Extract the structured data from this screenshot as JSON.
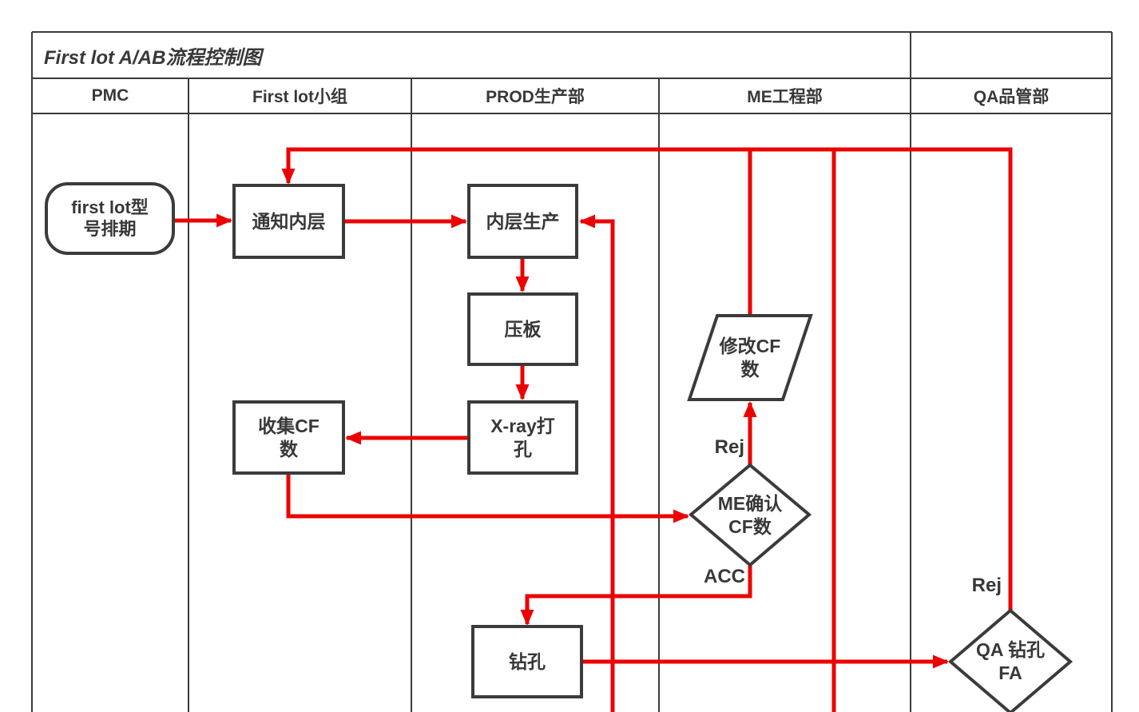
{
  "title": "First lot A/AB流程控制图",
  "lanes": [
    {
      "label": "PMC"
    },
    {
      "label": "First lot小组"
    },
    {
      "label": "PROD生产部"
    },
    {
      "label": "ME工程部"
    },
    {
      "label": "QA品管部"
    }
  ],
  "nodes": {
    "schedule": {
      "label": "first lot型号排期",
      "type": "terminator"
    },
    "notify_inner": {
      "label": "通知内层",
      "type": "process"
    },
    "inner_production": {
      "label": "内层生产",
      "type": "process"
    },
    "lamination": {
      "label": "压板",
      "type": "process"
    },
    "xray_drilling": {
      "label": "X-ray打孔",
      "type": "process"
    },
    "collect_cf": {
      "label": "收集CF数",
      "type": "process"
    },
    "modify_cf": {
      "label": "修改CF数",
      "type": "data"
    },
    "me_confirm_cf": {
      "label": "ME确认CF数",
      "type": "decision"
    },
    "drilling": {
      "label": "钻孔",
      "type": "process"
    },
    "qa_drill_fa": {
      "label": "QA 钻孔 FA",
      "type": "decision"
    }
  },
  "edge_labels": {
    "me_reject": "Rej",
    "me_accept": "ACC",
    "qa_reject": "Rej"
  },
  "colors": {
    "connector": "#ec0000",
    "shape_stroke": "#3b3b3b",
    "text": "#383838"
  }
}
